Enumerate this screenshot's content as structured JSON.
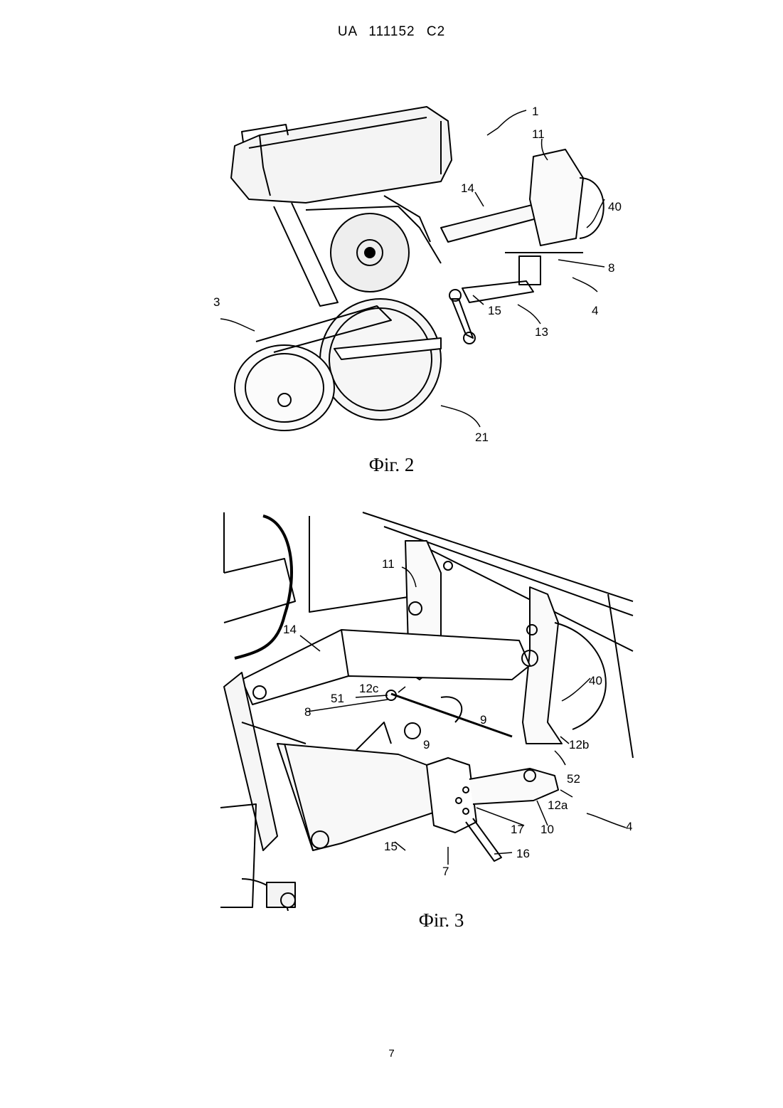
{
  "header": {
    "doc_number": "UA   111152   C2"
  },
  "figure2": {
    "caption": "Фіг. 2",
    "labels": [
      "1",
      "11",
      "14",
      "40",
      "8",
      "3",
      "15",
      "4",
      "13",
      "21"
    ]
  },
  "figure3": {
    "caption": "Фіг. 3",
    "labels": [
      "11",
      "14",
      "40",
      "51",
      "12c",
      "8",
      "9",
      "9",
      "12b",
      "52",
      "12a",
      "4",
      "17",
      "10",
      "15",
      "16",
      "7"
    ]
  },
  "footer": {
    "page_number": "7"
  }
}
